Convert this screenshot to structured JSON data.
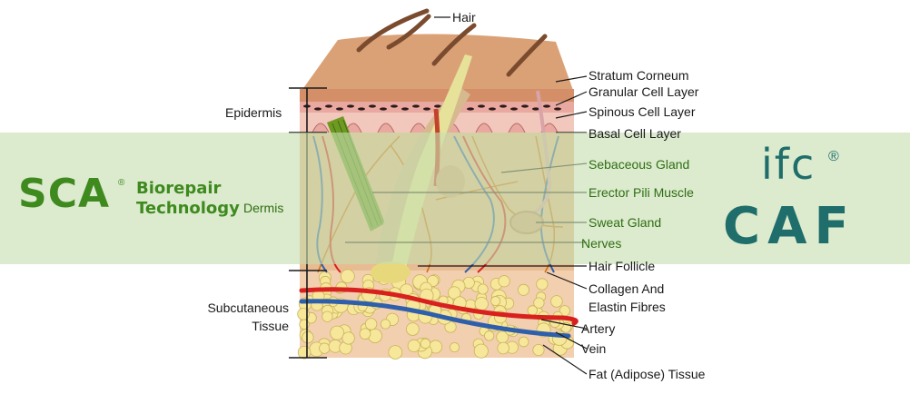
{
  "labels": {
    "hair": "Hair",
    "stratum_corneum": "Stratum Corneum",
    "granular_cell_layer": "Granular Cell Layer",
    "spinous_cell_layer": "Spinous Cell Layer",
    "basal_cell_layer": "Basal Cell Layer",
    "sebaceous_gland": "Sebaceous Gland",
    "erector_pili_muscle": "Erector Pili Muscle",
    "sweat_gland": "Sweat Gland",
    "nerves": "Nerves",
    "hair_follicle": "Hair Follicle",
    "collagen_line1": "Collagen And",
    "collagen_line2": "Elastin Fibres",
    "artery": "Artery",
    "vein": "Vein",
    "fat_tissue": "Fat (Adipose) Tissue",
    "epidermis": "Epidermis",
    "dermis": "Dermis",
    "subcutaneous_line1": "Subcutaneous",
    "subcutaneous_line2": "Tissue"
  },
  "logos": {
    "sca_text": "SCA",
    "sca_reg": "®",
    "sca_tag_line1": "Biorepair",
    "sca_tag_line2": "Technology",
    "ifc_text": "ifc",
    "ifc_reg": "®",
    "caf_text": "CAF"
  },
  "colors": {
    "skin_top": "#d99a6c",
    "epidermis": "#f2c7bc",
    "dermis": "#e8bc92",
    "subcutaneous": "#f2cfae",
    "fat": "#f7e79a",
    "artery": "#d8201f",
    "vein": "#2f5faa",
    "nerve": "#d26f17",
    "hair_shaft": "#e6e29a",
    "green_band": "#c6deb0",
    "sca_green": "#3f8a1f",
    "caf_teal": "#1f6e6b"
  }
}
